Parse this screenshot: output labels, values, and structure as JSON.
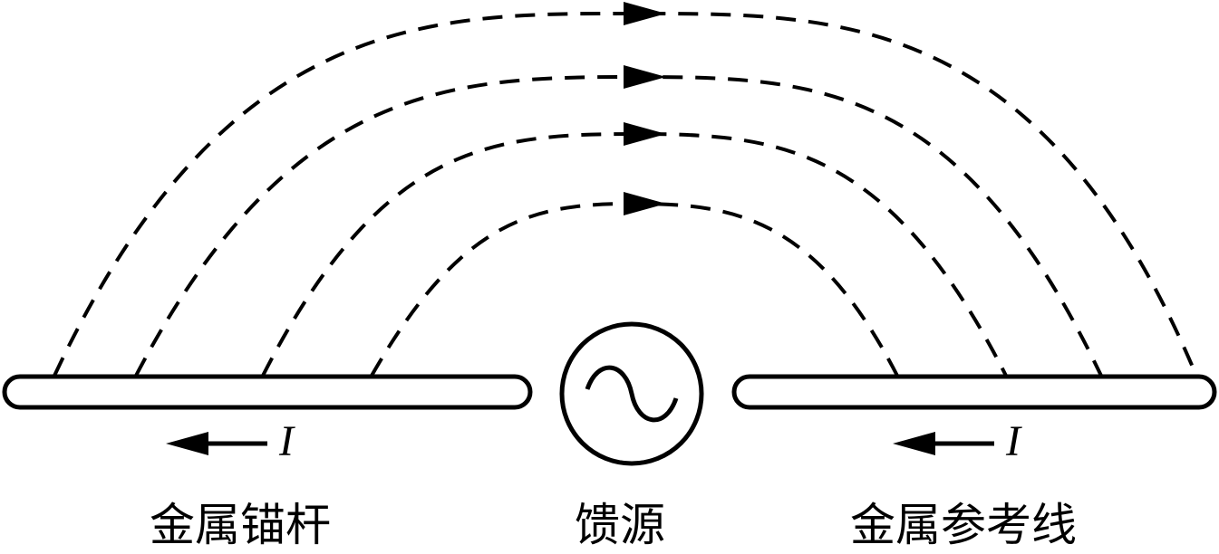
{
  "labels": {
    "left_rod": "金属锚杆",
    "source": "馈源",
    "right_rod": "金属参考线",
    "current_left": "I",
    "current_right": "I"
  },
  "colors": {
    "stroke": "#000000",
    "background": "#ffffff"
  }
}
